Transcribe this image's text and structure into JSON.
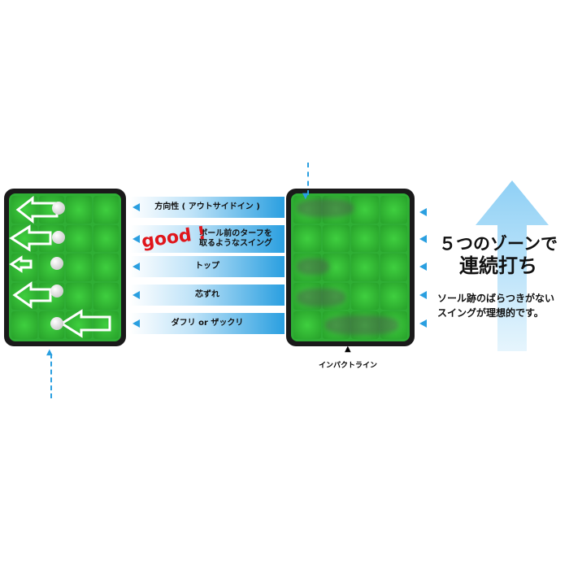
{
  "bands": [
    {
      "label": "方向性 ( アウトサイドイン )"
    },
    {
      "label": "ボール前のターフを\n取るようなスイング"
    },
    {
      "label": "トップ"
    },
    {
      "label": "芯ずれ"
    },
    {
      "label": "ダフリ or ザックリ"
    }
  ],
  "good_label": "good !",
  "impact_line_label": "インパクトライン",
  "headline": {
    "line1": "５つのゾーンで",
    "line2": "連続打ち"
  },
  "subtext": {
    "line1": "ソール跡のばらつきがない",
    "line2": "スイングが理想的です。"
  },
  "colors": {
    "accent_blue": "#2a9fe0",
    "mat_green": "#2fae35",
    "good_red": "#e0161b"
  }
}
